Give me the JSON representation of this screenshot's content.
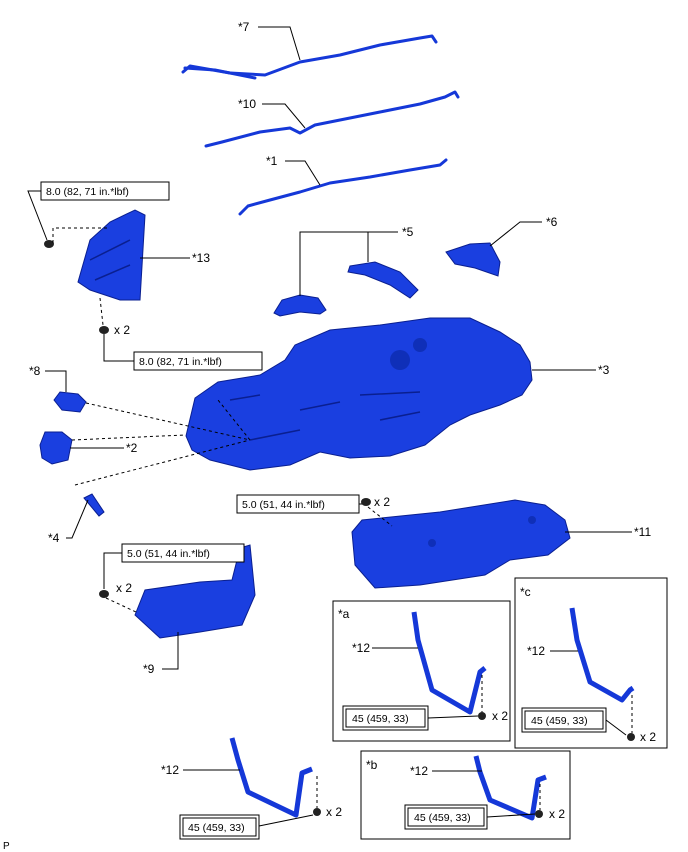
{
  "callouts": {
    "c7": "*7",
    "c10": "*10",
    "c1": "*1",
    "c5": "*5",
    "c6": "*6",
    "c13": "*13",
    "c3": "*3",
    "c8": "*8",
    "c2": "*2",
    "c4": "*4",
    "c11": "*11",
    "c9": "*9",
    "c12a": "*12",
    "c12c": "*12",
    "c12": "*12",
    "c12b": "*12"
  },
  "detail_labels": {
    "a": "*a",
    "b": "*b",
    "c": "*c"
  },
  "torques": {
    "t13_top": "8.0 (82, 71 in.*lbf)",
    "t13_bottom": "8.0 (82, 71 in.*lbf)",
    "t11": "5.0 (51, 44 in.*lbf)",
    "t9": "5.0 (51, 44 in.*lbf)",
    "ta": "45 (459, 33)",
    "tc": "45 (459, 33)",
    "tmain": "45 (459, 33)",
    "tb": "45 (459, 33)"
  },
  "quantities": {
    "q13": "x 2",
    "q11": "x 2",
    "q9": "x 2",
    "qa": "x 2",
    "qc": "x 2",
    "qmain": "x 2",
    "qb": "x 2"
  },
  "corner_mark": "P",
  "colors": {
    "part_blue": "#1a3fe0",
    "outline": "#000000"
  }
}
